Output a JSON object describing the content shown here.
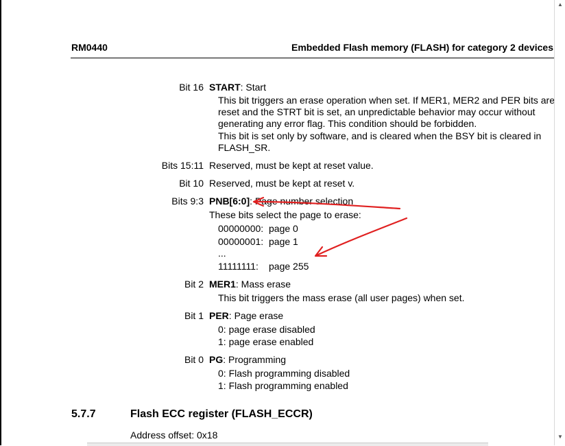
{
  "header": {
    "doc_id": "RM0440",
    "title": "Embedded Flash memory (FLASH) for category 2 devices"
  },
  "bits": {
    "start": {
      "label": "Bit 16",
      "name": "START",
      "rest": ": Start",
      "lines": [
        "This bit triggers an erase operation when set. If MER1, MER2 and PER bits are",
        "reset and the STRT bit is set, an unpredictable behavior may occur without",
        "generating any error flag. This condition should be forbidden.",
        "This bit is set only by software, and is cleared when the BSY bit is cleared in",
        "FLASH_SR."
      ]
    },
    "b15_11": {
      "label": "Bits 15:11",
      "text": "Reserved, must be kept at reset value."
    },
    "b10": {
      "label": "Bit 10",
      "text": "Reserved, must be kept at reset v."
    },
    "pnb": {
      "label": "Bits 9:3",
      "name": "PNB[6:0]",
      "rest": ": Page number selection",
      "intro": "These bits select the page to erase:",
      "values": [
        {
          "code": "00000000:",
          "desc": "page 0"
        },
        {
          "code": "00000001:",
          "desc": "page 1"
        },
        {
          "code": "...",
          "desc": ""
        },
        {
          "code": "11111111:",
          "desc": "page 255"
        }
      ]
    },
    "mer1": {
      "label": "Bit 2",
      "name": "MER1",
      "rest": ": Mass erase",
      "lines": [
        "This bit triggers the mass erase (all user pages) when set."
      ]
    },
    "per": {
      "label": "Bit 1",
      "name": "PER",
      "rest": ": Page erase",
      "lines": [
        "0: page erase disabled",
        "1: page erase enabled"
      ]
    },
    "pg": {
      "label": "Bit 0",
      "name": "PG",
      "rest": ": Programming",
      "lines": [
        "0: Flash programming disabled",
        "1: Flash programming enabled"
      ]
    }
  },
  "section": {
    "number": "5.7.7",
    "title": "Flash ECC register (FLASH_ECCR)",
    "address": "Address offset: 0x18"
  },
  "annotation": {
    "arrow_color": "#e02020"
  },
  "icons": {
    "scroll_up": "▲",
    "scroll_down": "▼"
  }
}
